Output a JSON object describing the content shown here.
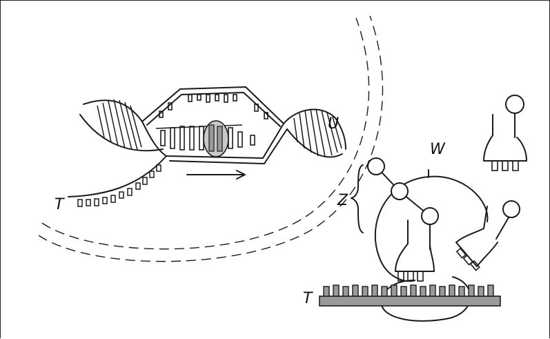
{
  "labels": {
    "u": "U",
    "w": "W",
    "z": "Z",
    "t_top": "T",
    "t_bottom": "T"
  },
  "colors": {
    "ink": "#1a1a1a",
    "fill_gray": "#9a9a9a",
    "background": "#ffffff"
  }
}
